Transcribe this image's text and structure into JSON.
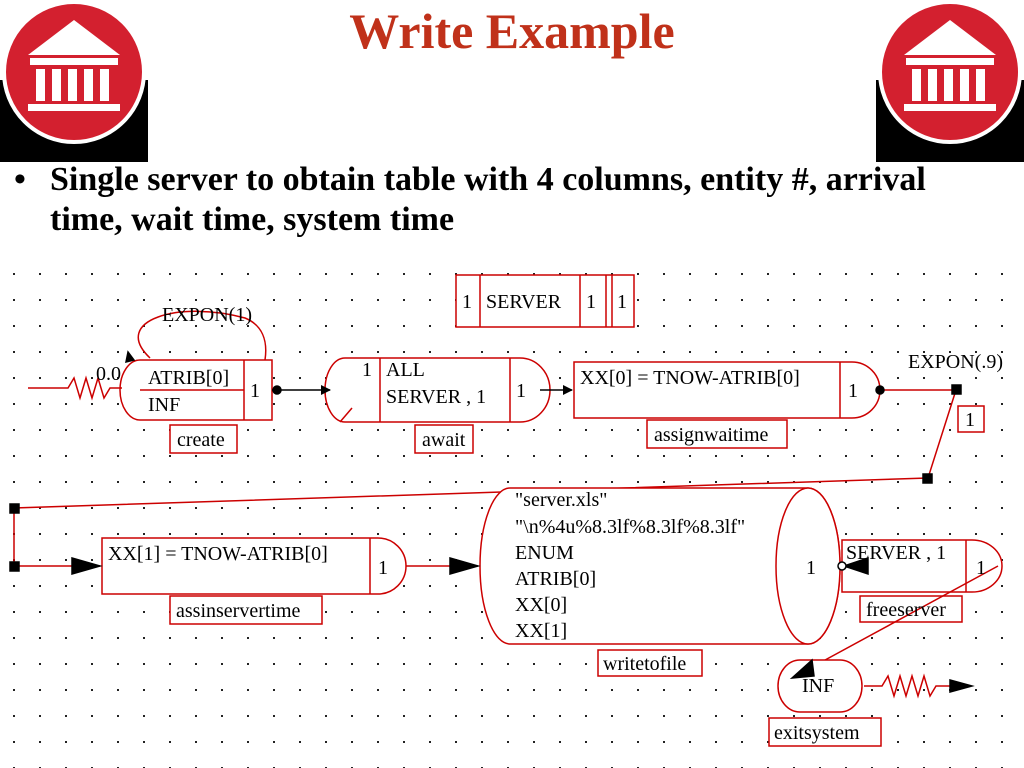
{
  "slide": {
    "title": "Write Example",
    "bullet": "Single server to obtain table with 4 columns, entity #, arrival time, wait time, system time"
  },
  "colors": {
    "title": "#c0311a",
    "diagram": "#cc0000",
    "logo_red": "#d3202f",
    "logo_black": "#000000"
  },
  "logos": {
    "icon": "bank-building-icon"
  },
  "diagram": {
    "resource": {
      "capacity": "1",
      "name": "SERVER",
      "units": "1",
      "extra": "1"
    },
    "create": {
      "first_time": "0.0",
      "interval": "EXPON(1)",
      "mark": "ATRIB[0]",
      "max": "INF",
      "branch": "1",
      "label": "create"
    },
    "await": {
      "file": "1",
      "line1": "ALL",
      "line2": "SERVER , 1",
      "branch": "1",
      "label": "await"
    },
    "assign_wait": {
      "expr": "XX[0] = TNOW-ATRIB[0]",
      "branch": "1",
      "label": "assignwaitime"
    },
    "activity1": {
      "duration": "EXPON(.9)",
      "number": "1"
    },
    "assign_server": {
      "expr": "XX[1] = TNOW-ATRIB[0]",
      "branch": "1",
      "label": "assinservertime"
    },
    "write": {
      "lines": [
        "\"server.xls\"",
        "\"\\n%4u%8.3lf%8.3lf%8.3lf\"",
        "ENUM",
        "ATRIB[0]",
        "XX[0]",
        "XX[1]"
      ],
      "branch": "1",
      "label": "writetofile"
    },
    "free": {
      "text": "SERVER , 1",
      "branch": "1",
      "label": "freeserver"
    },
    "terminate": {
      "text": "INF",
      "label": "exitsystem"
    }
  }
}
